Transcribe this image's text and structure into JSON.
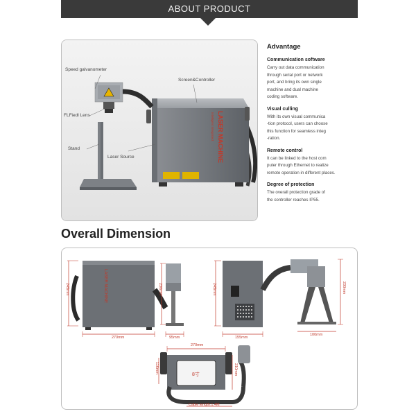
{
  "banner": {
    "title": "ABOUT PRODUCT"
  },
  "product_photo": {
    "callouts": {
      "speed_galvanometer": "Speed galvanometer",
      "screen_controller": "Screen&Controller",
      "field_lens": "FLFiedl Lens",
      "stand": "Stand",
      "laser_source": "Laser Source"
    },
    "machine_label": "LASER MACHINE",
    "machine_sublabel": "Intelligent Integrated"
  },
  "advantage": {
    "title": "Advantage",
    "items": [
      {
        "heading": "Communication software",
        "lines": [
          "Carry out data communication",
          "through serial port or network",
          "port, and bring its own single",
          "machine and dual machine",
          "coding software."
        ]
      },
      {
        "heading": "Visual culling",
        "lines": [
          "With its own visual communica",
          "-tion protocol, users can choose",
          "this function for seamless integ",
          "-ration."
        ]
      },
      {
        "heading": "Remote control",
        "lines": [
          "It can be linked to the host com",
          "puter through Ethernet to realize",
          "remote operation in different places."
        ]
      },
      {
        "heading": "Degree of protection",
        "lines": [
          "The overall protection grade of",
          "the controller reaches IP55."
        ]
      }
    ]
  },
  "dimension": {
    "title": "Overall Dimension",
    "labels": {
      "h245_left": "245mm",
      "w270_left": "270mm",
      "h230_left": "230mm",
      "w95": "95mm",
      "h245_right": "245mm",
      "w155": "155mm",
      "h230_right": "230mm",
      "w100": "100mm",
      "w270_top": "270mm",
      "h116": "116mm",
      "h210": "210mm",
      "screen_size": "8寸",
      "cable_length": "Cable length:1.4M"
    }
  }
}
